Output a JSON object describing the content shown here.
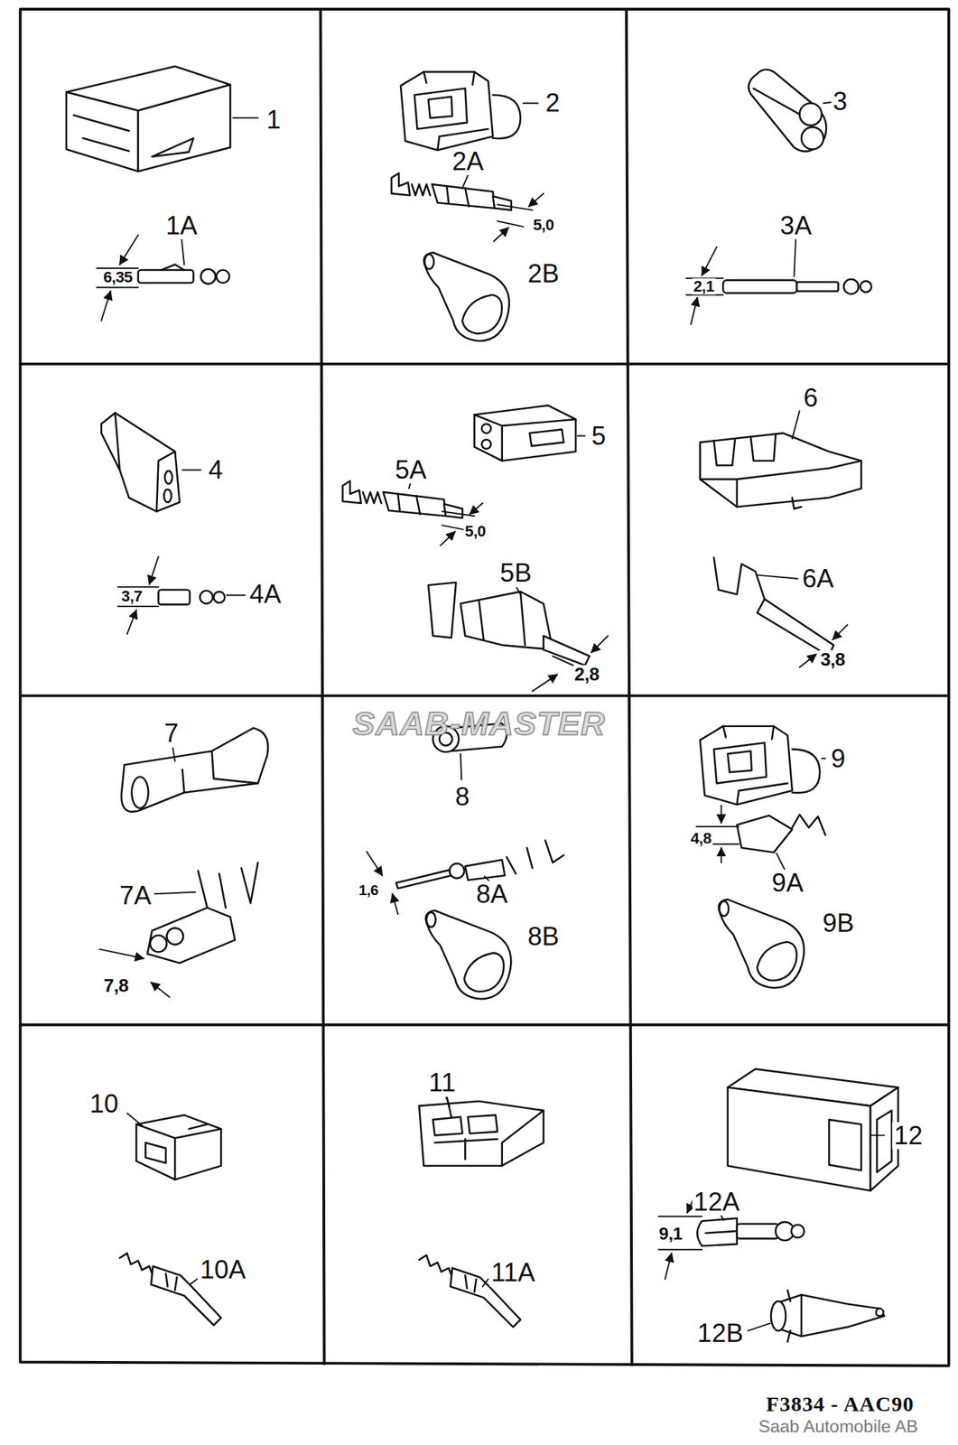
{
  "diagram": {
    "labels": [
      "1",
      "1A",
      "6,35",
      "2",
      "2A",
      "5,0",
      "2B",
      "3",
      "3A",
      "2,1",
      "4",
      "3,7",
      "4A",
      "5A",
      "5",
      "5,0",
      "5B",
      "2,8",
      "6",
      "6A",
      "3,8",
      "SAAB-MASTER",
      "7",
      "7A",
      "7,8",
      "8",
      "1,6",
      "8A",
      "8B",
      "9",
      "4,8",
      "9A",
      "9B",
      "10",
      "10A",
      "11",
      "11A",
      "12",
      "12A",
      "9,1",
      "12B",
      "F3834 - AAC90",
      "Saab Automobile AB"
    ]
  }
}
